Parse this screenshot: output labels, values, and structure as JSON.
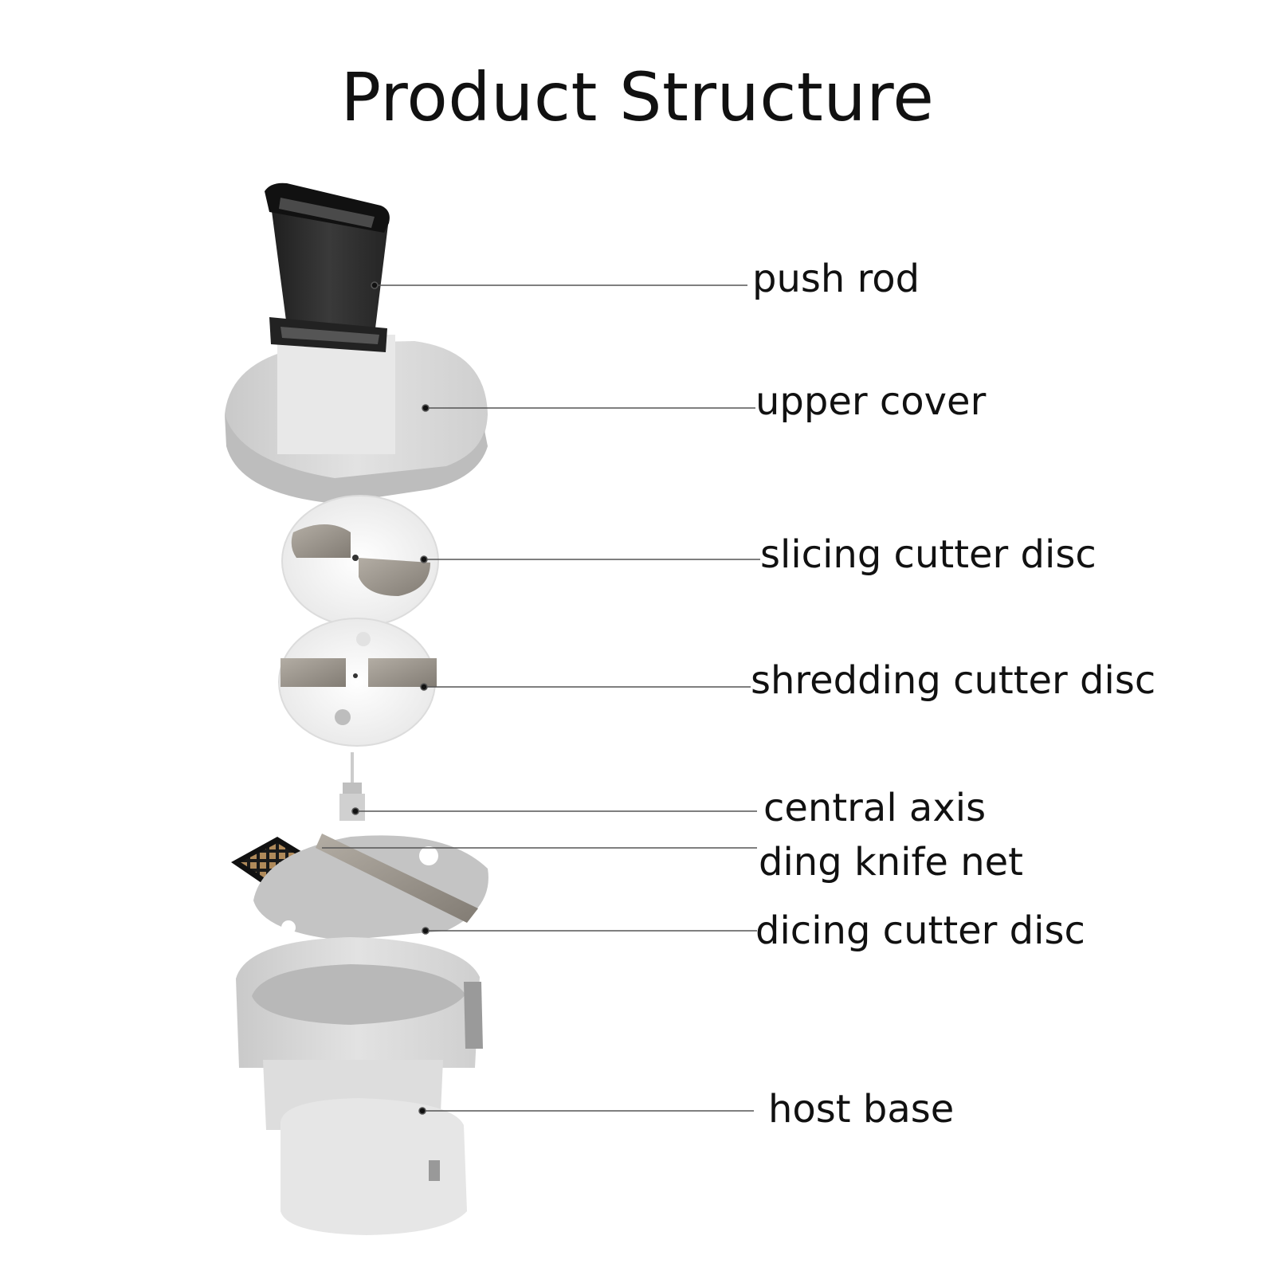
{
  "title": "Product Structure",
  "parts": [
    {
      "id": "push-rod",
      "label": "push rod"
    },
    {
      "id": "upper-cover",
      "label": "upper cover"
    },
    {
      "id": "slicing-cutter-disc",
      "label": "slicing cutter disc"
    },
    {
      "id": "shredding-cutter-disc",
      "label": "shredding cutter disc"
    },
    {
      "id": "central-axis",
      "label": "central axis"
    },
    {
      "id": "ding-knife-net",
      "label": "ding knife net"
    },
    {
      "id": "dicing-cutter-disc",
      "label": "dicing cutter disc"
    },
    {
      "id": "host-base",
      "label": "host base"
    }
  ],
  "colors": {
    "body_gray": "#d6d6d6",
    "plastic_black": "#2a2a2a",
    "blade_metal": "#9a948c",
    "disc_white": "#f4f4f4",
    "leader_line": "#555555"
  }
}
